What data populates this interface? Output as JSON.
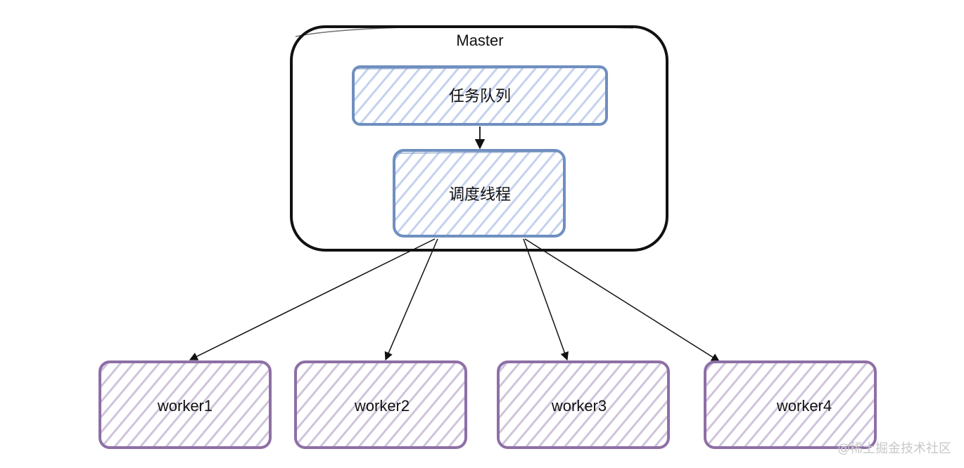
{
  "master": {
    "title": "Master",
    "task_queue_label": "任务队列",
    "scheduler_label": "调度线程"
  },
  "workers": [
    {
      "label": "worker1"
    },
    {
      "label": "worker2"
    },
    {
      "label": "worker3"
    },
    {
      "label": "worker4"
    }
  ],
  "colors": {
    "master_border": "#111111",
    "blue_stroke": "#6f8fbf",
    "blue_hatch": "#c4d2ee",
    "purple_stroke": "#8e6fa6",
    "purple_hatch": "#cfc4dc",
    "arrow": "#111111"
  },
  "watermark": "@稀土掘金技术社区"
}
